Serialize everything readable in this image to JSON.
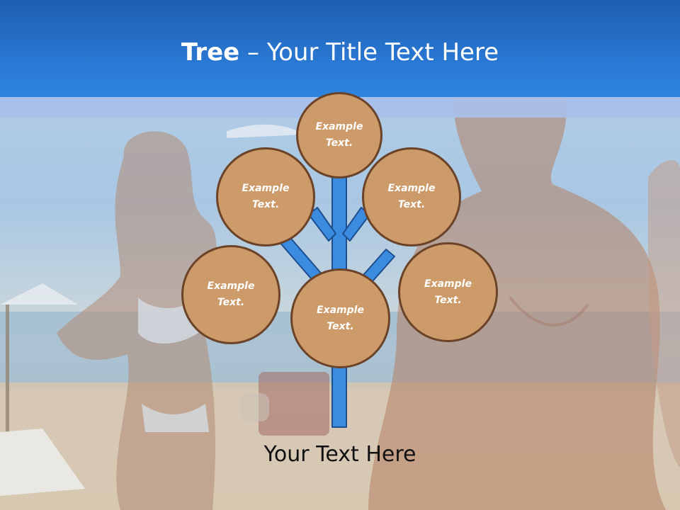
{
  "slide": {
    "title_bold": "Tree",
    "title_rest": " – Your Title Text Here",
    "caption": "Your Text Here"
  },
  "diagram": {
    "nodes": [
      {
        "id": "top",
        "label": "Example\nText."
      },
      {
        "id": "upper-left",
        "label": "Example\nText."
      },
      {
        "id": "upper-right",
        "label": "Example\nText."
      },
      {
        "id": "lower-left",
        "label": "Example\nText."
      },
      {
        "id": "center",
        "label": "Example\nText."
      },
      {
        "id": "lower-right",
        "label": "Example\nText."
      }
    ]
  },
  "colors": {
    "header": "#2a7ad6",
    "node_fill": "#cd9a6a",
    "node_border": "#6b4328",
    "branch": "#3b8be0",
    "branch_outline": "#1e4f8f"
  }
}
